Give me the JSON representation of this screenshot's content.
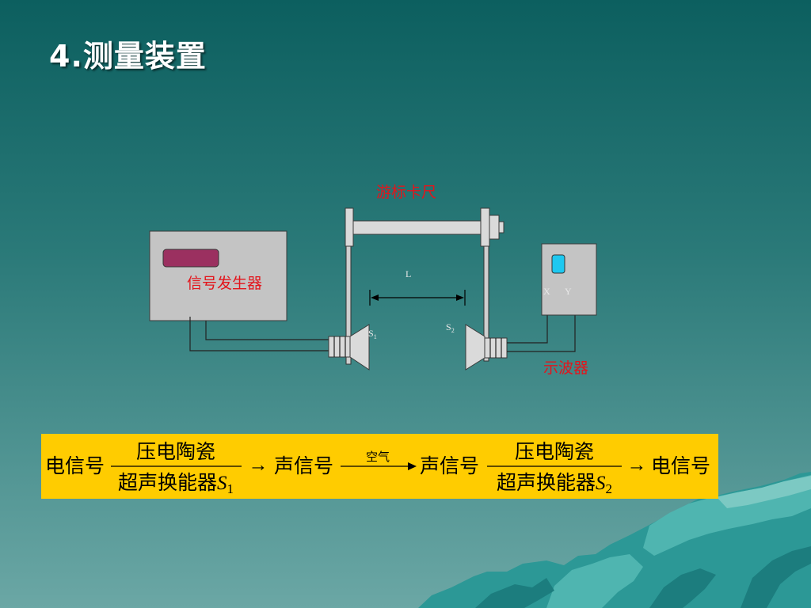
{
  "slide": {
    "title": "4.测量装置"
  },
  "diagram": {
    "caliper_label": "游标卡尺",
    "generator_label": "信号发生器",
    "oscilloscope_label": "示波器",
    "distance_label": "L",
    "transducer_1": {
      "letter": "S",
      "subscript": "1"
    },
    "transducer_2": {
      "letter": "S",
      "subscript": "2"
    },
    "scope_channels": {
      "x": "X",
      "y": "Y"
    }
  },
  "formula": {
    "start": "电信号",
    "fraction_1": {
      "numerator": "压电陶瓷",
      "denominator": "超声换能器",
      "symbol": "S",
      "subscript": "1"
    },
    "arrow_1": "→",
    "sound_1": "声信号",
    "medium": "空气",
    "sound_2": "声信号",
    "fraction_2": {
      "numerator": "压电陶瓷",
      "denominator": "超声换能器",
      "symbol": "S",
      "subscript": "2"
    },
    "arrow_2": "→",
    "end": "电信号"
  },
  "colors": {
    "bg_top": "#0c5f5f",
    "bg_bottom": "#6ba7a5",
    "label_red": "#e3151c",
    "formula_bg": "#ffcc00",
    "generator_display": "#9b3060",
    "scope_screen": "#1ec8f0",
    "device_gray": "#c4c4c4"
  }
}
